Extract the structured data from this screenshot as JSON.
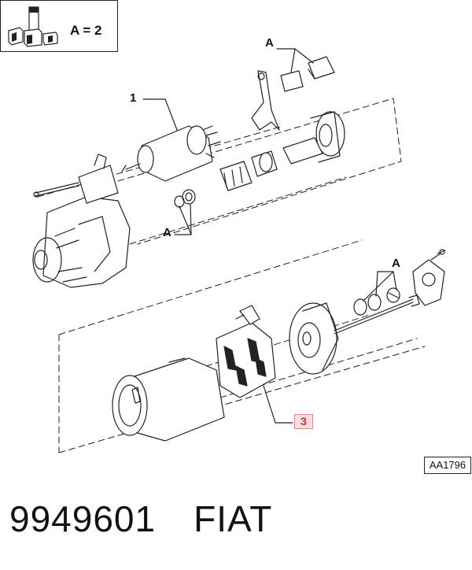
{
  "kit_legend": {
    "label": "A = 2"
  },
  "callouts": {
    "part_1": "1",
    "part_3": "3",
    "a_top": "A",
    "a_left": "A",
    "a_right": "A"
  },
  "drawing_code": "AA1796",
  "footer": {
    "part_number": "9949601",
    "brand": "FIAT"
  },
  "colors": {
    "highlight_fill": "#f8dede",
    "highlight_text": "#c03030",
    "line": "#222222"
  }
}
